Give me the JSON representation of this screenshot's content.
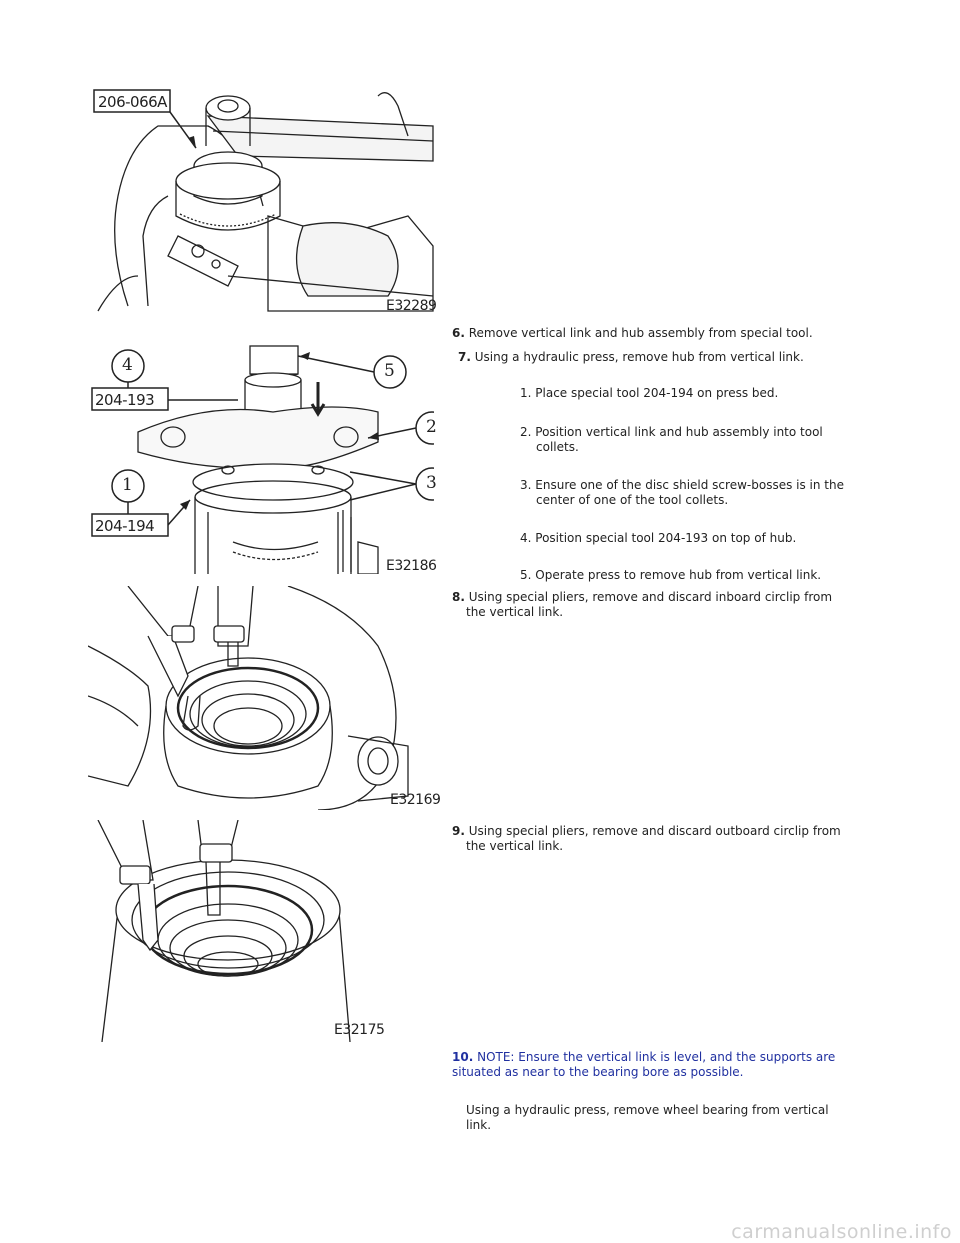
{
  "figures": [
    {
      "id": "E32289",
      "callouts": [
        "206-066A"
      ]
    },
    {
      "id": "E32186",
      "callouts": [
        "4",
        "204-193",
        "5",
        "2",
        "3",
        "1",
        "204-194"
      ]
    },
    {
      "id": "E32169",
      "callouts": []
    },
    {
      "id": "E32175",
      "callouts": []
    }
  ],
  "steps": {
    "s6": {
      "num": "6.",
      "text": "Remove vertical link and hub assembly from special tool."
    },
    "s7": {
      "num": "7.",
      "text": "Using a hydraulic press, remove hub from vertical link.",
      "substeps": [
        {
          "num": "1.",
          "line1": "Place special tool 204-194 on press bed.",
          "line2": ""
        },
        {
          "num": "2.",
          "line1": "Position vertical link and hub assembly into tool",
          "line2": "collets."
        },
        {
          "num": "3.",
          "line1": "Ensure one of the disc shield screw-bosses is in the",
          "line2": "center of one of the tool collets."
        },
        {
          "num": "4.",
          "line1": "Position special tool 204-193 on top of hub.",
          "line2": ""
        },
        {
          "num": "5.",
          "line1": "Operate press to remove hub from vertical link.",
          "line2": ""
        }
      ]
    },
    "s8": {
      "num": "8.",
      "line1": "Using special pliers, remove and discard inboard circlip from",
      "line2": "the vertical link."
    },
    "s9": {
      "num": "9.",
      "line1": "Using special pliers, remove and discard outboard circlip from",
      "line2": "the vertical link."
    },
    "s10": {
      "num": "10.",
      "note_line1": "NOTE: Ensure the vertical link is level, and the supports are",
      "note_line2": "situated as near to the bearing bore as possible.",
      "line1": "Using a hydraulic press, remove wheel bearing from vertical",
      "line2": "link."
    }
  },
  "footer": {
    "watermark": "carmanualsonline.info"
  }
}
